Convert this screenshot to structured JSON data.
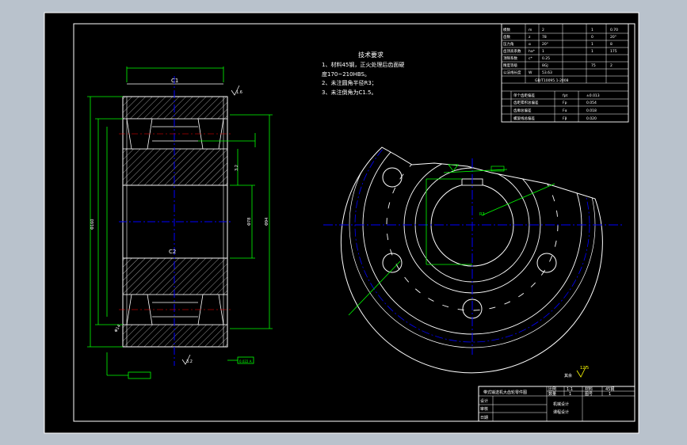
{
  "colors": {
    "background": "#b9c2cc",
    "paper": "#000000",
    "line": "#ffffff",
    "dim": "#00ff00",
    "center": "#0000ff",
    "accent": "#ffff00",
    "red": "#ff0000"
  },
  "tech_requirements": {
    "title": "技术要求",
    "lines": [
      "1、材料45钢，正火处理后齿面硬",
      "度170~210HBS。",
      "2、未注圆角半径R3；",
      "3、未注倒角为C1.5。"
    ]
  },
  "param_table": {
    "rows": [
      [
        "模数",
        "m",
        "2"
      ],
      [
        "齿数",
        "z",
        "78"
      ],
      [
        "压力角",
        "α",
        "20°"
      ],
      [
        "齿顶高系数",
        "ha*",
        "1"
      ],
      [
        "顶隙系数",
        "c*",
        "0.25"
      ],
      [
        "精度等级",
        "",
        "8GJ"
      ],
      [
        "公法线长度",
        "W",
        "53.63"
      ]
    ],
    "footer": "GB/T10095.1-2008",
    "right_rows": [
      [
        "1",
        "0.70"
      ],
      [
        "0",
        "20°"
      ],
      [
        "1",
        "8"
      ],
      [
        "1",
        "175"
      ],
      [
        "75",
        "2"
      ]
    ],
    "tolerance_rows": [
      [
        "单个齿距偏差",
        "fpt",
        "±0.013"
      ],
      [
        "齿距累积总偏差",
        "Fp",
        "0.054"
      ],
      [
        "齿廓总偏差",
        "Fα",
        "0.018"
      ],
      [
        "螺旋线总偏差",
        "Fβ",
        "0.020"
      ]
    ]
  },
  "section_view": {
    "chamfer_top": "C1",
    "chamfer_mid": "C2",
    "finish_right": "1.6",
    "finish_bottom": "3.2",
    "dims_left": [
      "Φ160",
      "Φ14"
    ],
    "dims_right": [
      "Φ78",
      "Φ94",
      "3.2"
    ],
    "tolerance_box": "0.022 A"
  },
  "front_view": {
    "keyway_label": "R3"
  },
  "roughness_note": {
    "other": "其余",
    "value": "12.5"
  },
  "title_block": {
    "name": "带式输送机大齿轮零件图",
    "scale_label": "比例",
    "scale": "1:1",
    "qty_label": "数量",
    "qty": "1",
    "material_label": "材料",
    "material": "45钢",
    "sheet_label": "图号",
    "sheet": "1",
    "design_label": "设计",
    "check_label": "审核",
    "date_label": "日期",
    "school1": "机械设计",
    "school2": "课程设计"
  }
}
